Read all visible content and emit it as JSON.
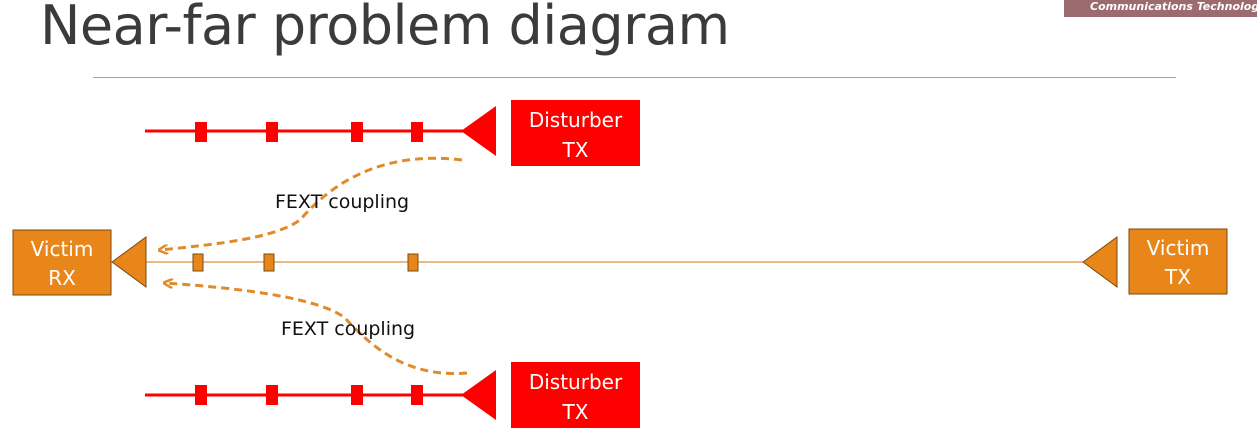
{
  "header": {
    "brand_text": "Communications Technology",
    "title": "Near-far problem diagram"
  },
  "diagram": {
    "disturber_top": {
      "line1": "Disturber",
      "line2": "TX"
    },
    "disturber_bottom": {
      "line1": "Disturber",
      "line2": "TX"
    },
    "victim_rx": {
      "line1": "Victim",
      "line2": "RX"
    },
    "victim_tx": {
      "line1": "Victim",
      "line2": "TX"
    },
    "coupling_top_label": "FEXT coupling",
    "coupling_bottom_label": "FEXT coupling"
  },
  "colors": {
    "disturber": "#ff0000",
    "victim": "#e8861a",
    "victim_line": "#e8a060",
    "coupling": "#e08a2a",
    "brand_bar": "#9b6b70"
  }
}
